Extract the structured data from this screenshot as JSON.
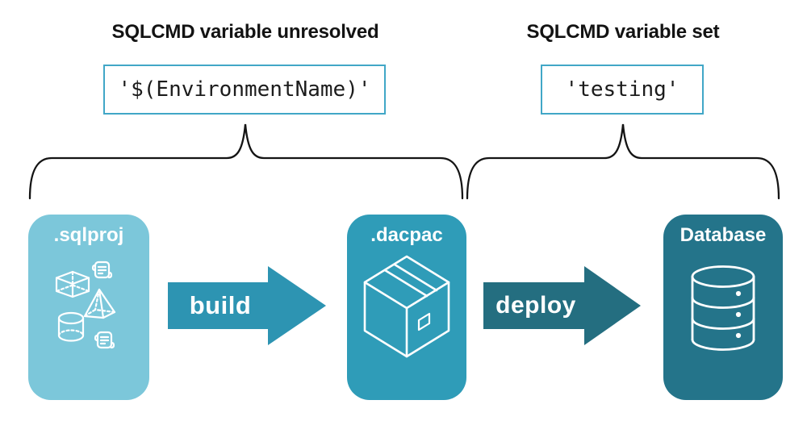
{
  "annotations": {
    "left": {
      "heading": "SQLCMD variable unresolved",
      "code": "'$(EnvironmentName)'"
    },
    "right": {
      "heading": "SQLCMD variable set",
      "code": "'testing'"
    }
  },
  "pipeline": {
    "stages": [
      {
        "label": ".sqlproj",
        "color": "#7cc7da",
        "icon": "sql-objects-icon"
      },
      {
        "label": ".dacpac",
        "color": "#2f9cb8",
        "icon": "package-icon"
      },
      {
        "label": "Database",
        "color": "#24748a",
        "icon": "database-icon"
      }
    ],
    "arrows": [
      {
        "label": "build",
        "color": "#2d94b2"
      },
      {
        "label": "deploy",
        "color": "#246e80"
      }
    ]
  },
  "colors": {
    "background": "#ffffff",
    "code_box_border": "#41a7c7",
    "heading_text": "#131313",
    "code_text": "#1c1c1c",
    "brace": "#141414",
    "stage_label": "#ffffff",
    "icon_stroke": "#ffffff"
  }
}
